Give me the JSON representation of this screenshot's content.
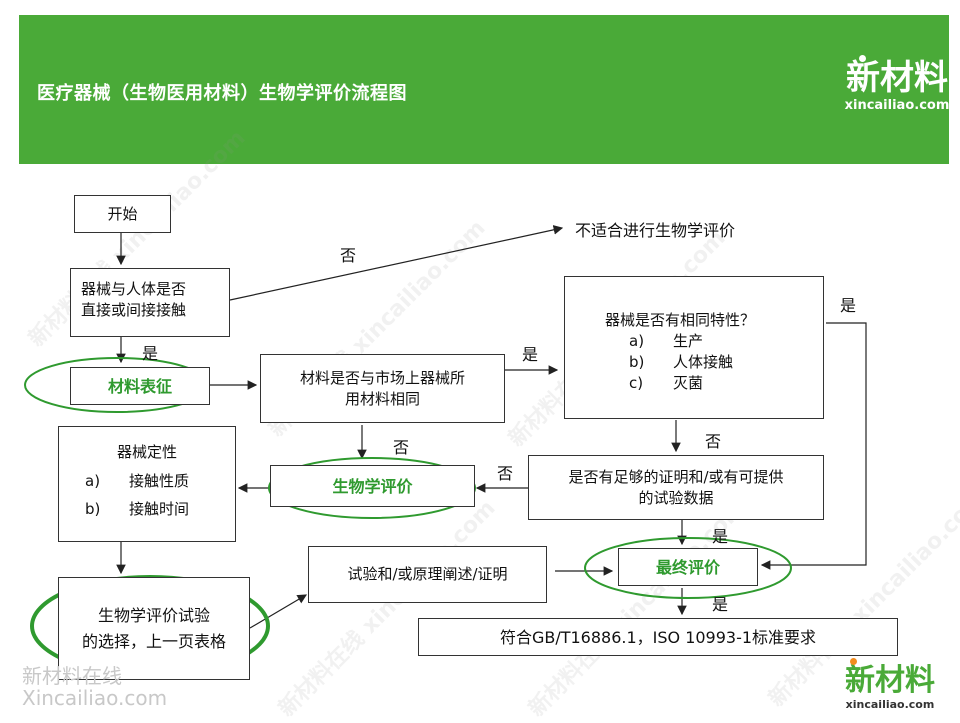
{
  "header": {
    "title": "医疗器械（生物医用材料）生物学评价流程图"
  },
  "logo": {
    "name": "新材料",
    "domain": "xincailiao.com"
  },
  "nodes": {
    "start": "开始",
    "contact_line1": "器械与人体是否",
    "contact_line2": "直接或间接接触",
    "not_suitable": "不适合进行生物学评价",
    "material_char": "材料表征",
    "same_material_line1": "材料是否与市场上器械所",
    "same_material_line2": "用材料相同",
    "same_props_title": "器械是否有相同特性？",
    "same_props_items": [
      {
        "m": "a)",
        "t": "生产"
      },
      {
        "m": "b)",
        "t": "人体接触"
      },
      {
        "m": "c)",
        "t": "灭菌"
      }
    ],
    "classify_title": "器械定性",
    "classify_items": [
      {
        "m": "a)",
        "t": "接触性质"
      },
      {
        "m": "b)",
        "t": "接触时间"
      }
    ],
    "bio_eval": "生物学评价",
    "evidence_line1": "是否有足够的证明和/或有可提供",
    "evidence_line2": "的试验数据",
    "test_select_line1": "生物学评价试验",
    "test_select_line2": "的选择，上一页表格",
    "test_or_reason": "试验和/或原理阐述/证明",
    "final_eval": "最终评价",
    "standard": "符合GB/T16886.1，ISO 10993-1标准要求"
  },
  "labels": {
    "no_contact": "否",
    "yes_contact": "是",
    "yes_same_material": "是",
    "no_same_material": "否",
    "yes_same_props": "是",
    "no_same_props": "否",
    "no_evidence": "否",
    "yes_evidence": "是",
    "yes_final": "是"
  },
  "watermark_text": "新材料在线 xincailiao.com",
  "corner_mark": {
    "line1": "新材料在线",
    "line2": "Xincailiao.com"
  },
  "colors": {
    "header_bg": "#4aaa38",
    "ellipse": "#2f9a2f",
    "green_text": "#2f9a2f"
  }
}
